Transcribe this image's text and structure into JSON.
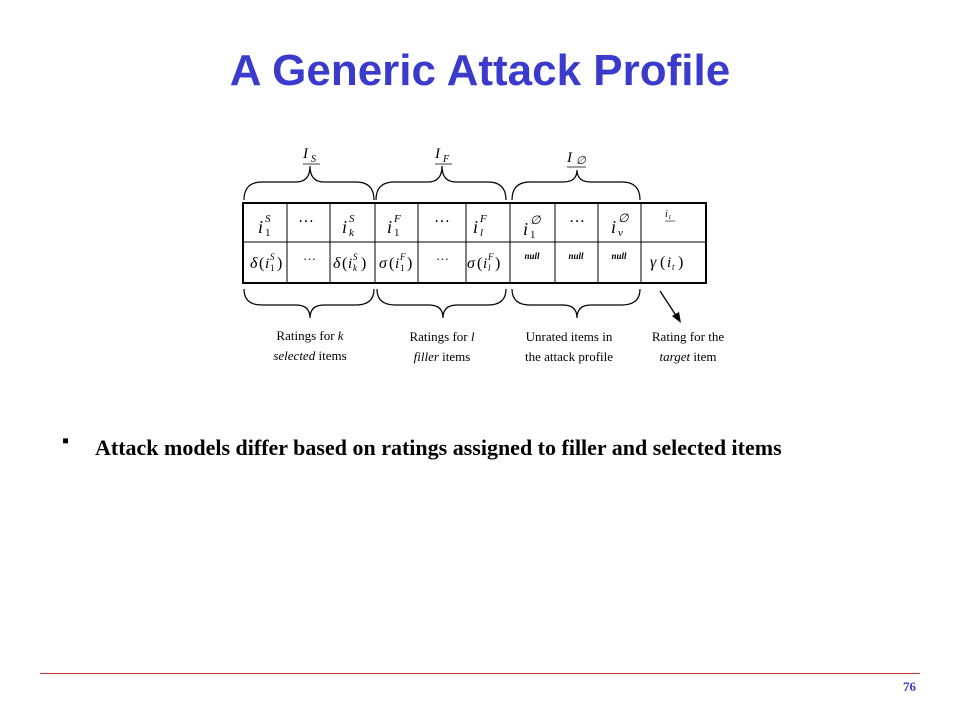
{
  "slide": {
    "title": "A Generic Attack Profile",
    "page_number": "76",
    "accent_color": "#3a3acd",
    "rule_color": "#cc3333"
  },
  "diagram": {
    "set_labels": {
      "selected": "I",
      "selected_sub": "S",
      "filler": "I",
      "filler_sub": "F",
      "unrated": "I",
      "unrated_sub": "∅"
    },
    "header_row": {
      "selected_first": "i",
      "selected_first_sup": "S",
      "selected_first_sub": "1",
      "selected_dots": "…",
      "selected_last": "i",
      "selected_last_sup": "S",
      "selected_last_sub": "k",
      "filler_first": "i",
      "filler_first_sup": "F",
      "filler_first_sub": "1",
      "filler_dots": "…",
      "filler_last": "i",
      "filler_last_sup": "F",
      "filler_last_sub": "l",
      "unrated_first": "i",
      "unrated_first_sup": "∅",
      "unrated_first_sub": "1",
      "unrated_dots": "…",
      "unrated_last": "i",
      "unrated_last_sup": "∅",
      "unrated_last_sub": "v",
      "target": "i",
      "target_sub": "t"
    },
    "rating_row": {
      "delta_symbol": "δ",
      "sigma_symbol": "σ",
      "gamma_symbol": "γ",
      "selected_dots": "…",
      "filler_dots": "…",
      "null_1": "null",
      "null_2": "null",
      "null_3": "null"
    },
    "captions": {
      "selected_line1_prefix": "Ratings for ",
      "selected_line1_var": "k",
      "selected_line2_em": "selected",
      "selected_line2_rest": " items",
      "filler_line1_prefix": "Ratings for ",
      "filler_line1_var": "l",
      "filler_line2_em": "filler",
      "filler_line2_rest": " items",
      "unrated_line1": "Unrated items in",
      "unrated_line2": "the attack profile",
      "target_line1": "Rating for the",
      "target_line2_em": "target",
      "target_line2_rest": " item"
    }
  },
  "bullets": [
    {
      "text": "Attack models differ based on ratings assigned to filler and selected items"
    }
  ]
}
